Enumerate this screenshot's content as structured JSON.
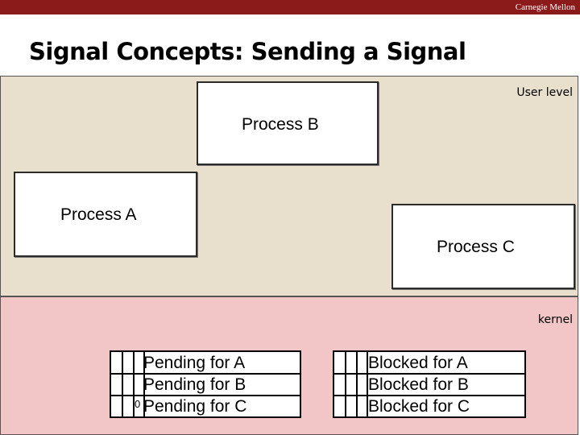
{
  "header": {
    "brand": "Carnegie Mellon"
  },
  "slide": {
    "title": "Signal Concepts: Sending a Signal"
  },
  "regions": {
    "user_label": "User level",
    "kernel_label": "kernel"
  },
  "processes": {
    "a": "Process A",
    "b": "Process B",
    "c": "Process C"
  },
  "pending": {
    "rows": [
      "Pending for A",
      "Pending for B",
      "Pending for C"
    ],
    "bit_value": "0"
  },
  "blocked": {
    "rows": [
      "Blocked for A",
      "Blocked for B",
      "Blocked for C"
    ]
  },
  "colors": {
    "header_bar": "#8b1a1a",
    "user_region": "#e8e0cc",
    "kernel_region": "#f2c6c6"
  }
}
